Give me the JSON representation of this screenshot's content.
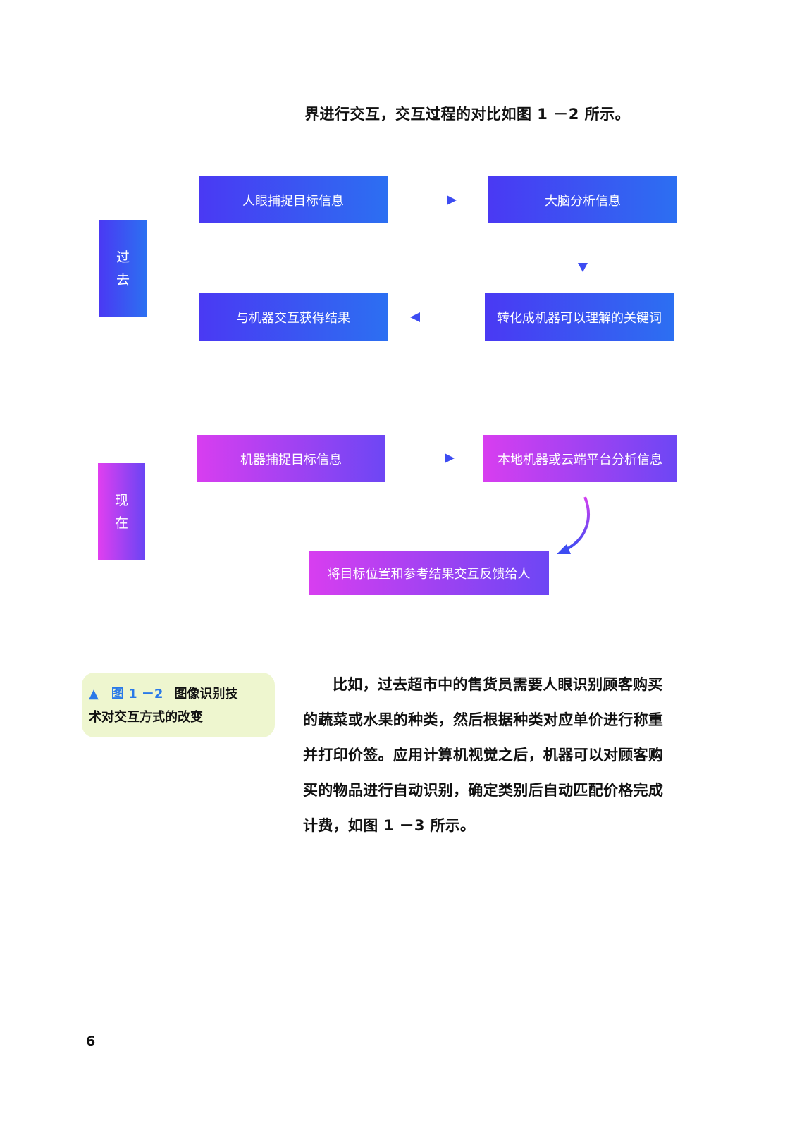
{
  "intro_text": "界进行交互，交互过程的对比如图 1 －2 所示。",
  "diagram": {
    "past_label": [
      "过",
      "去"
    ],
    "now_label": [
      "现",
      "在"
    ],
    "past_boxes": {
      "capture": "人眼捕捉目标信息",
      "analyze": "大脑分析信息",
      "convert": "转化成机器可以理解的关键词",
      "interact": "与机器交互获得结果"
    },
    "now_boxes": {
      "capture": "机器捕捉目标信息",
      "analyze": "本地机器或云端平台分析信息",
      "feedback": "将目标位置和参考结果交互反馈给人"
    },
    "colors": {
      "past_start": "#4a39f3",
      "past_end": "#2c6ff2",
      "now_start": "#d83ef0",
      "now_end": "#6d46f4",
      "arrow_start": "#d33ff0",
      "arrow_end": "#3d4cf2"
    }
  },
  "caption": {
    "marker": "▲",
    "figure_number": "图 1 －2",
    "text_line1": "图像识别技",
    "text_line2": "术对交互方式的改变",
    "background": "#eef6cf"
  },
  "paragraph": [
    "比如，过去超市中的售货员需要人眼识别顾客购买",
    "的蔬菜或水果的种类，然后根据种类对应单价进行称重",
    "并打印价签。应用计算机视觉之后，机器可以对顾客购",
    "买的物品进行自动识别，确定类别后自动匹配价格完成",
    "计费，如图 1 －3 所示。"
  ],
  "page_number": "6"
}
